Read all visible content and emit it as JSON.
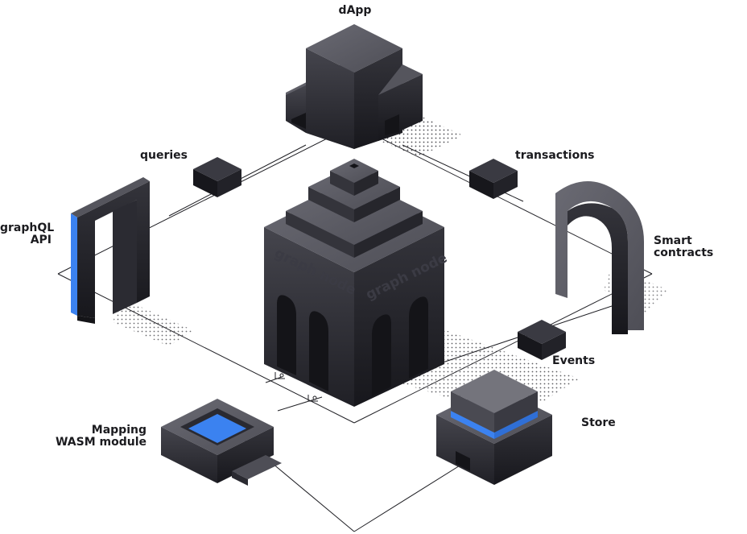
{
  "components": {
    "dapp": "dApp",
    "queries": "queries",
    "transactions": "transactions",
    "graphql_api": [
      "graphQL",
      "API"
    ],
    "smart_contracts": [
      "Smart",
      "contracts"
    ],
    "events": "Events",
    "store": "Store",
    "mapping": [
      "Mapping",
      "WASM module"
    ],
    "graph_node": "graph node"
  },
  "colors": {
    "block_top": "#5b5b63",
    "block_left": "#38383f",
    "block_right": "#2a2a31",
    "accent_blue": "#3b82f0",
    "line": "#1f1f24",
    "label": "#1b1b1f"
  }
}
